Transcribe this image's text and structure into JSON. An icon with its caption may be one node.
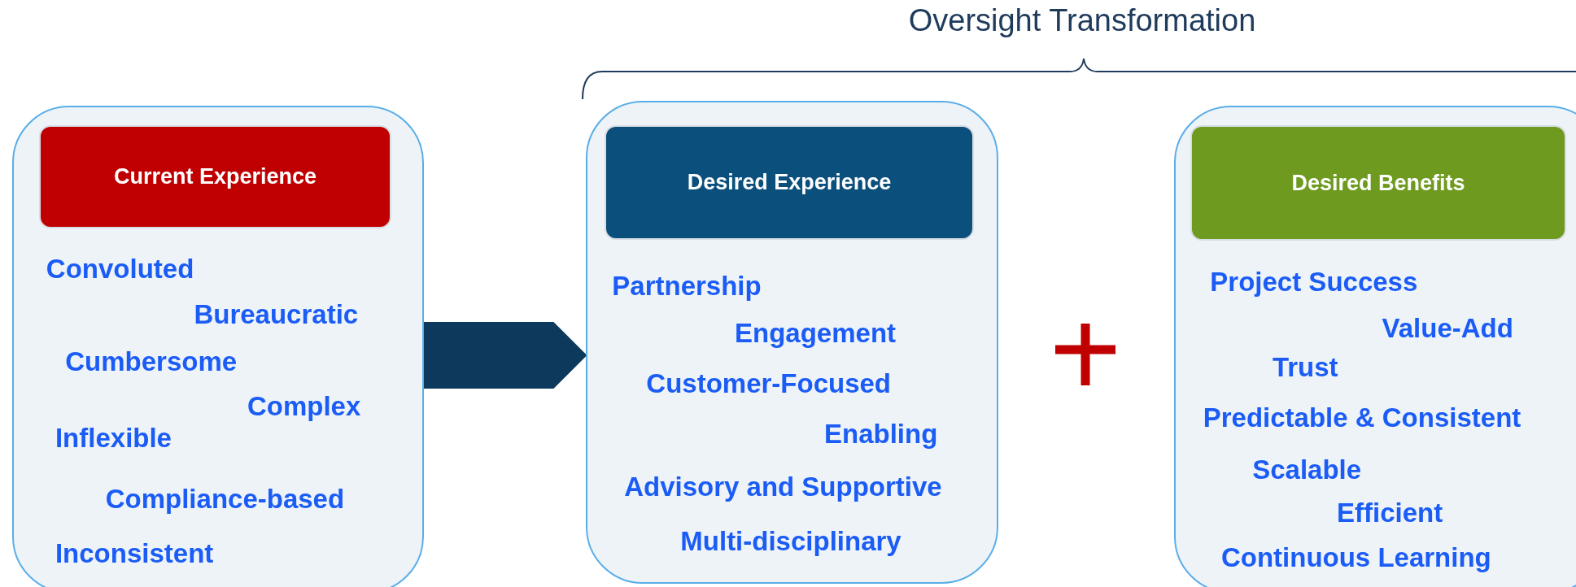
{
  "diagram": {
    "nodes": [
      {
        "text": [
          "Convoluted",
          "Bureaucratic",
          "Cumbersome",
          "Complex",
          "Inflexible",
          "Compliance-based",
          "Inconsistent"
        ]
      },
      {
        "text": [
          "Current Experience"
        ],
        "in": 0
      },
      {
        "text": [
          "Partnership",
          "Engagement",
          "Customer-Focused",
          "Enabling",
          "Advisory and Supportive",
          "Multi-disciplinary"
        ]
      },
      {
        "text": [
          "Desired Experience"
        ],
        "in": 2
      },
      {
        "text": [
          "Project Success",
          "Value-Add",
          "Trust",
          "Predictable & Consistent",
          "Scalable",
          "Efficient",
          "Continuous Learning"
        ]
      },
      {
        "text": [
          "Desired Benefits"
        ],
        "in": 4
      }
    ],
    "edges": [
      {
        "from": 0,
        "to": 2,
        "arrow": "to"
      }
    ],
    "labels": [
      "Oversight Transformation"
    ]
  }
}
